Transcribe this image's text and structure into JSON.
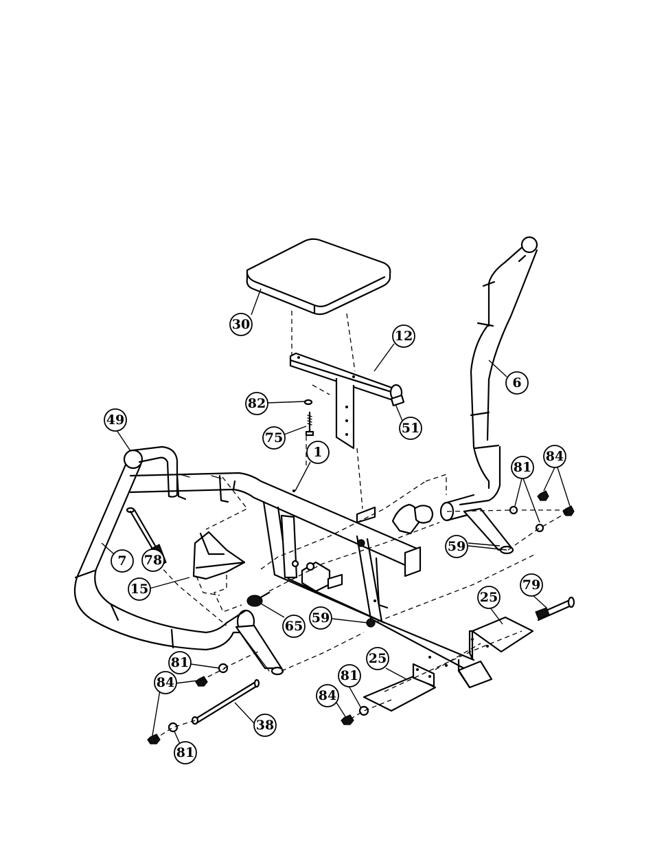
{
  "callouts": {
    "p30": "30",
    "p12": "12",
    "p6": "6",
    "p82": "82",
    "p51": "51",
    "p75": "75",
    "p49": "49",
    "p1": "1",
    "p81a": "81",
    "p84a": "84",
    "p59a": "59",
    "p7": "7",
    "p78": "78",
    "p15": "15",
    "p79": "79",
    "p25a": "25",
    "p65": "65",
    "p59b": "59",
    "p81b": "81",
    "p25b": "25",
    "p84b": "84",
    "p81c": "81",
    "p84c": "84",
    "p38": "38",
    "p81d": "81"
  }
}
